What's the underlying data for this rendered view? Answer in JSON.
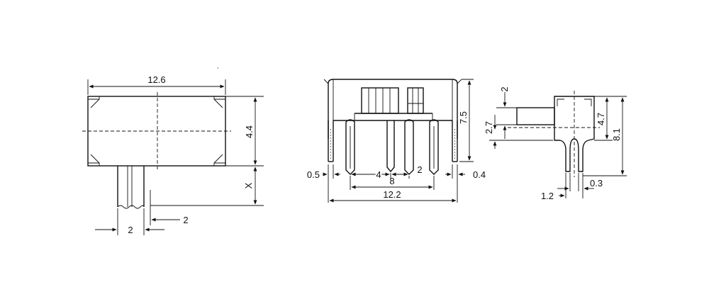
{
  "views": {
    "top": {
      "dim_width": "12.6",
      "dim_height": "4.4",
      "dim_x": "X",
      "dim_slot_width": "2",
      "dim_slot_offset": "2"
    },
    "front": {
      "dim_height": "7.5",
      "dim_left_pin": "0.5",
      "dim_pitch_outer": "4",
      "dim_pitch_inner": "2",
      "dim_right_pin": "0.4",
      "dim_span": "8",
      "dim_total": "12.2"
    },
    "side": {
      "dim_knob": "2",
      "dim_knob_offset": "2.7",
      "dim_body": "4.7",
      "dim_total": "8.1",
      "dim_pin_width": "1.2",
      "dim_pin_thickness": "0.3"
    }
  }
}
